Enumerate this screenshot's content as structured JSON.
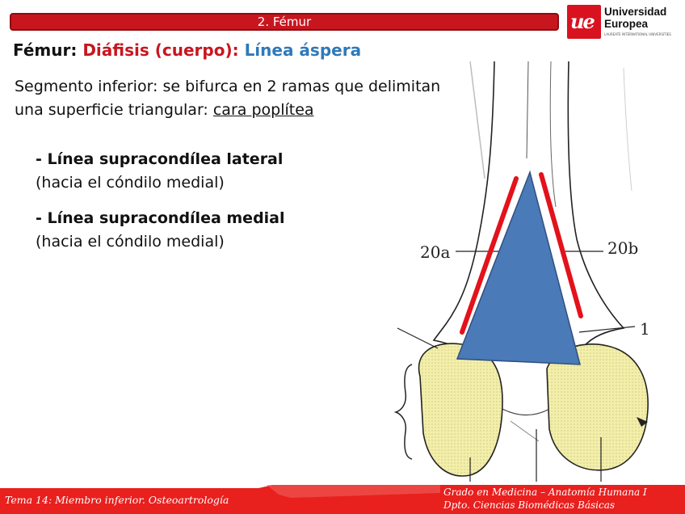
{
  "header": {
    "section_label": "2. Fémur",
    "logo": {
      "line1": "Universidad",
      "line2": "Europea",
      "mark": "ue",
      "tagline": "LAUREATE INTERNATIONAL UNIVERSITIES"
    }
  },
  "title": {
    "part1": "Fémur: ",
    "part2": "Diáfisis (cuerpo): ",
    "part3": "Línea áspera"
  },
  "intro": {
    "text": "Segmento inferior: se bifurca en 2 ramas que delimitan una superficie triangular: ",
    "underlined": "cara poplítea"
  },
  "items": [
    {
      "heading": "- Línea supracondílea lateral",
      "detail": "(hacia el cóndilo medial)"
    },
    {
      "heading": "- Línea supracondílea medial",
      "detail": "(hacia el cóndilo medial)"
    }
  ],
  "figure": {
    "label_left": "20a",
    "label_right": "20b",
    "label_side": "1"
  },
  "footer": {
    "left": "Tema 14: Miembro inferior. Osteoartrología",
    "right_line1": "Grado en Medicina – Anatomía Humana I",
    "right_line2": "Dpto. Ciencias Biomédicas Básicas"
  },
  "colors": {
    "brand_red": "#c8161e",
    "title_blue": "#2f79b9",
    "triangle_blue": "#4a7ab8",
    "condyle_yellow": "#f3efa9"
  }
}
